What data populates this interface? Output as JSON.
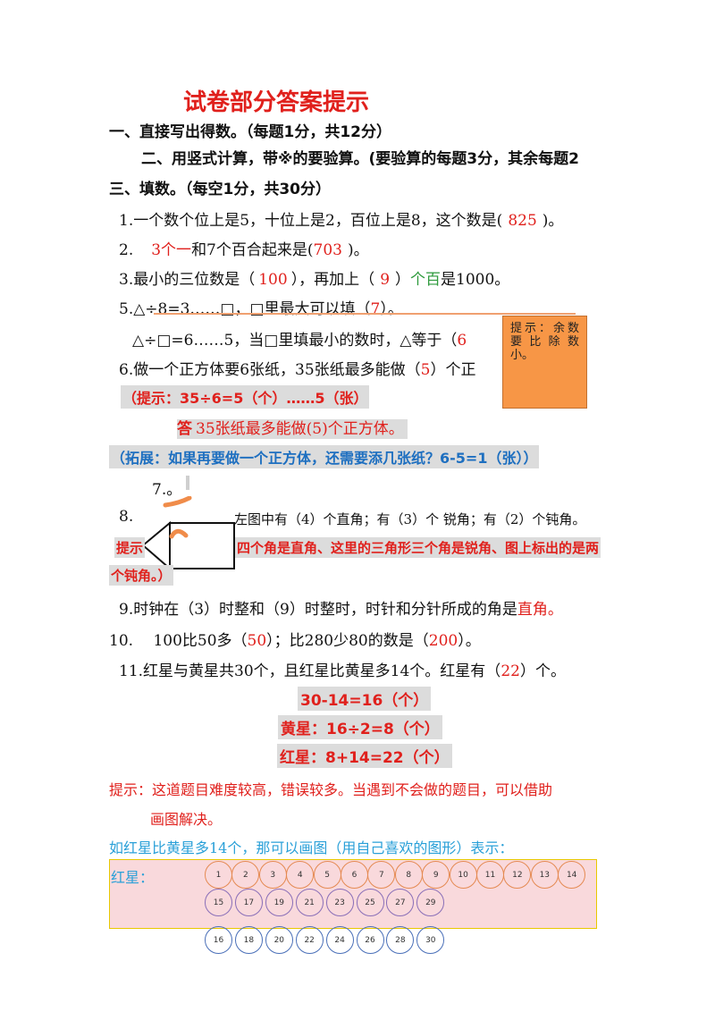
{
  "title": "试卷部分答案提示",
  "sec1": "一、直接写出得数。（每题1分，共12分）",
  "sec2": "二、用竖式计算，带※的要验算。(要验算的每题3分，其余每题2",
  "sec3": "三、填数。（每空1分，共30分）",
  "q1": {
    "pre": "1.一个数个位上是5，十位上是2，百位上是8，这个数是(",
    "ans": "825",
    "post": ")。"
  },
  "q2": {
    "num": "2.",
    "ans1": "3个一",
    "mid": "和7个百合起来是(",
    "ans2": "703",
    "post": ")。"
  },
  "q3": {
    "pre": "3.最小的三位数是（",
    "ans1": "100",
    "mid": "），再加上（",
    "ans2": "9",
    "mid2": "）",
    "ans3": "个百",
    "post": "是1000。"
  },
  "q5a": {
    "pre": "5.△÷8=3……□，□里最大可以填（",
    "ans": "7",
    "post": "）。"
  },
  "q5b": {
    "pre": "△÷□=6……5，当□里填最小的数时，△等于（",
    "ans": "6"
  },
  "tip_box": "提示：余数要比除数小。",
  "q6": {
    "pre": "6.做一个正方体要6张纸，35张纸最多能做（",
    "ans": "5",
    "post": "）个正"
  },
  "q6_hint": "（提示：35÷6=5（个）……5（张）",
  "q6_answer": {
    "pre": "答",
    "text": "35张纸最多能做(5)个正方体。"
  },
  "q6_ext": "（拓展：如果再要做一个正方体，还需要添几张纸？6-5=1（张））",
  "q7": "7.。",
  "q8": {
    "num": "8.",
    "text": "左图中有（4）个直角；有（3）个 锐角；有（2）个钝角。"
  },
  "q8_hint1": "提示",
  "q8_hint2": "四个角是直角、这里的三角形三个角是锐角、图上标出的是两",
  "q8_hint3": "个钝角。）",
  "q9": {
    "pre": "9.时钟在（3）时整和（9）时整时，时针和分针所成的角是",
    "ans": "直角",
    "post": "。"
  },
  "q10": {
    "pre": "10.　 100比50多（",
    "ans1": "50",
    "mid": "）；比280少80的数是（",
    "ans2": "200",
    "post": "）。"
  },
  "q11": {
    "pre": "11.红星与黄星共30个，且红星比黄星多14个。红星有（",
    "ans": "22",
    "post": "）个。"
  },
  "calc1": "30-14=16（个）",
  "calc2": "黄星：16÷2=8（个）",
  "calc3": "红星：8+14=22（个）",
  "tip2a": "提示：这道题目难度较高，错误较多。当遇到不会做的题目，可以借助",
  "tip2b": "画图解决。",
  "tip3": "如红星比黄星多14个，那可以画图（用自己喜欢的图形）表示：",
  "red_star_label": "红星：",
  "row1": [
    "1",
    "2",
    "3",
    "4",
    "5",
    "6",
    "7",
    "8",
    "9",
    "10",
    "11",
    "12",
    "13",
    "14"
  ],
  "row2": [
    "15",
    "17",
    "19",
    "21",
    "23",
    "25",
    "27",
    "29"
  ],
  "row3": [
    "16",
    "18",
    "20",
    "22",
    "24",
    "26",
    "28",
    "30"
  ],
  "colors": {
    "red": "#e0201c",
    "green": "#2e9a3c",
    "blue": "#1e6fc0",
    "orange_box": "#f79646",
    "pink": "#f9d9dc"
  }
}
